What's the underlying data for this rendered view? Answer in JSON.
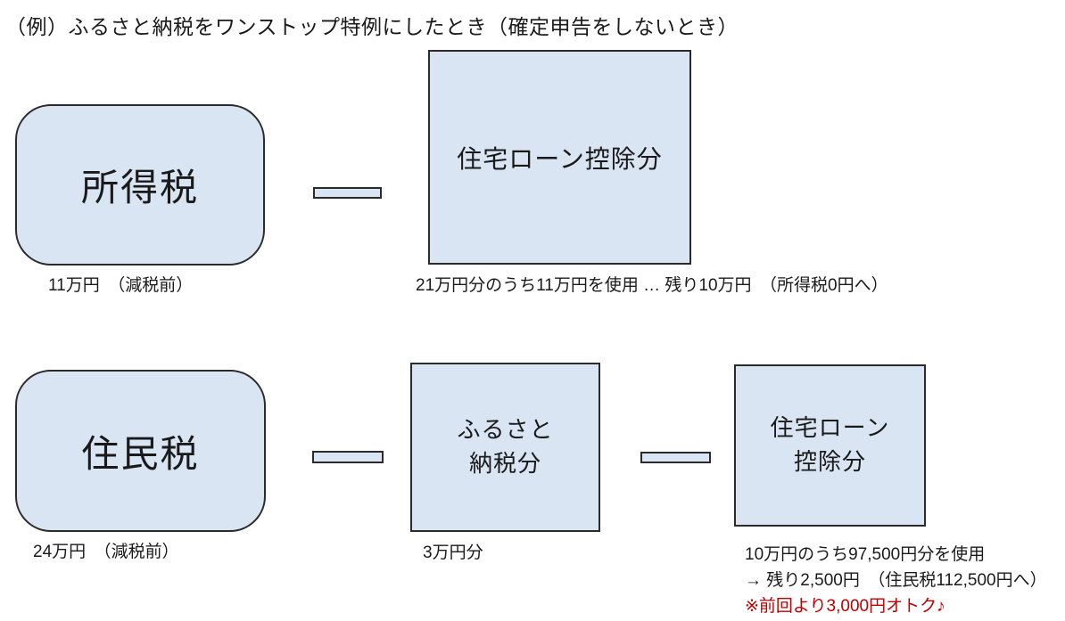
{
  "title": "（例）ふるさと納税をワンストップ特例にしたとき（確定申告をしないとき）",
  "colors": {
    "box_fill": "#d9e5f2",
    "box_border": "#2b2b2b",
    "text": "#1a1a1a",
    "highlight_red": "#c00000"
  },
  "icons": {
    "minus_icon": "minus-bar-shape"
  },
  "top_row": {
    "income_tax_box": {
      "label": "所得税",
      "caption": "11万円　（減税前）"
    },
    "housing_loan_box": {
      "label": "住宅ローン控除分",
      "caption": "21万円分のうち11万円を使用 … 残り10万円　（所得税0円へ）"
    }
  },
  "bottom_row": {
    "resident_tax_box": {
      "label": "住民税",
      "caption": "24万円　（減税前）"
    },
    "furusato_box": {
      "label_line1": "ふるさと",
      "label_line2": "納税分",
      "caption": "3万円分"
    },
    "housing_loan_box": {
      "label_line1": "住宅ローン",
      "label_line2": "控除分",
      "caption_line1": "10万円のうち97,500円分を使用",
      "caption_line2": "→ 残り2,500円　（住民税112,500円へ）",
      "caption_line3": "※前回より3,000円オトク♪"
    }
  }
}
